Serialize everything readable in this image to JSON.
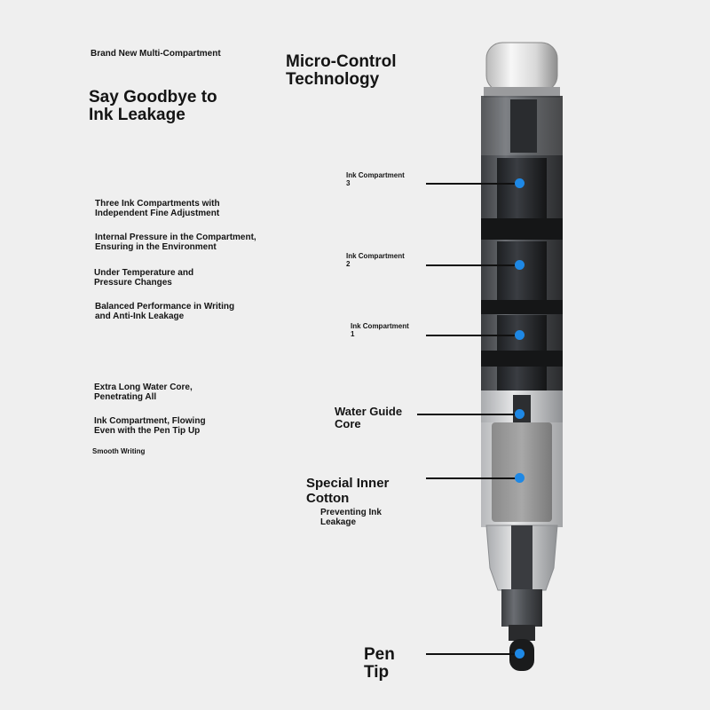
{
  "left_column": {
    "subtitle": "Brand New Multi-Compartment",
    "headline": "Say Goodbye to\n Ink Leakage",
    "features": [
      "Three Ink Compartments with\n Independent Fine Adjustment",
      "Internal Pressure in the Compartment,\n Ensuring in the Environment",
      "Under Temperature and\n Pressure Changes",
      "Balanced Performance in Writing\n and Anti-Ink Leakage",
      "Extra Long Water Core,\n Penetrating All",
      "Ink Compartment, Flowing\n Even with the Pen Tip Up",
      "Smooth Writing"
    ]
  },
  "center_title": "Micro-Control\n Technology",
  "callouts": {
    "compartment_3": "Ink Compartment\n 3",
    "compartment_2": "Ink Compartment\n 2",
    "compartment_1": "Ink Compartment\n 1",
    "water_guide_core": "Water Guide\n Core",
    "inner_cotton": "Special Inner\n Cotton",
    "inner_cotton_sub": "Preventing Ink\n Leakage",
    "pen_tip": "Pen\n Tip"
  },
  "colors": {
    "marker": "#1e88e5",
    "text": "#141414",
    "background": "#efefef"
  }
}
